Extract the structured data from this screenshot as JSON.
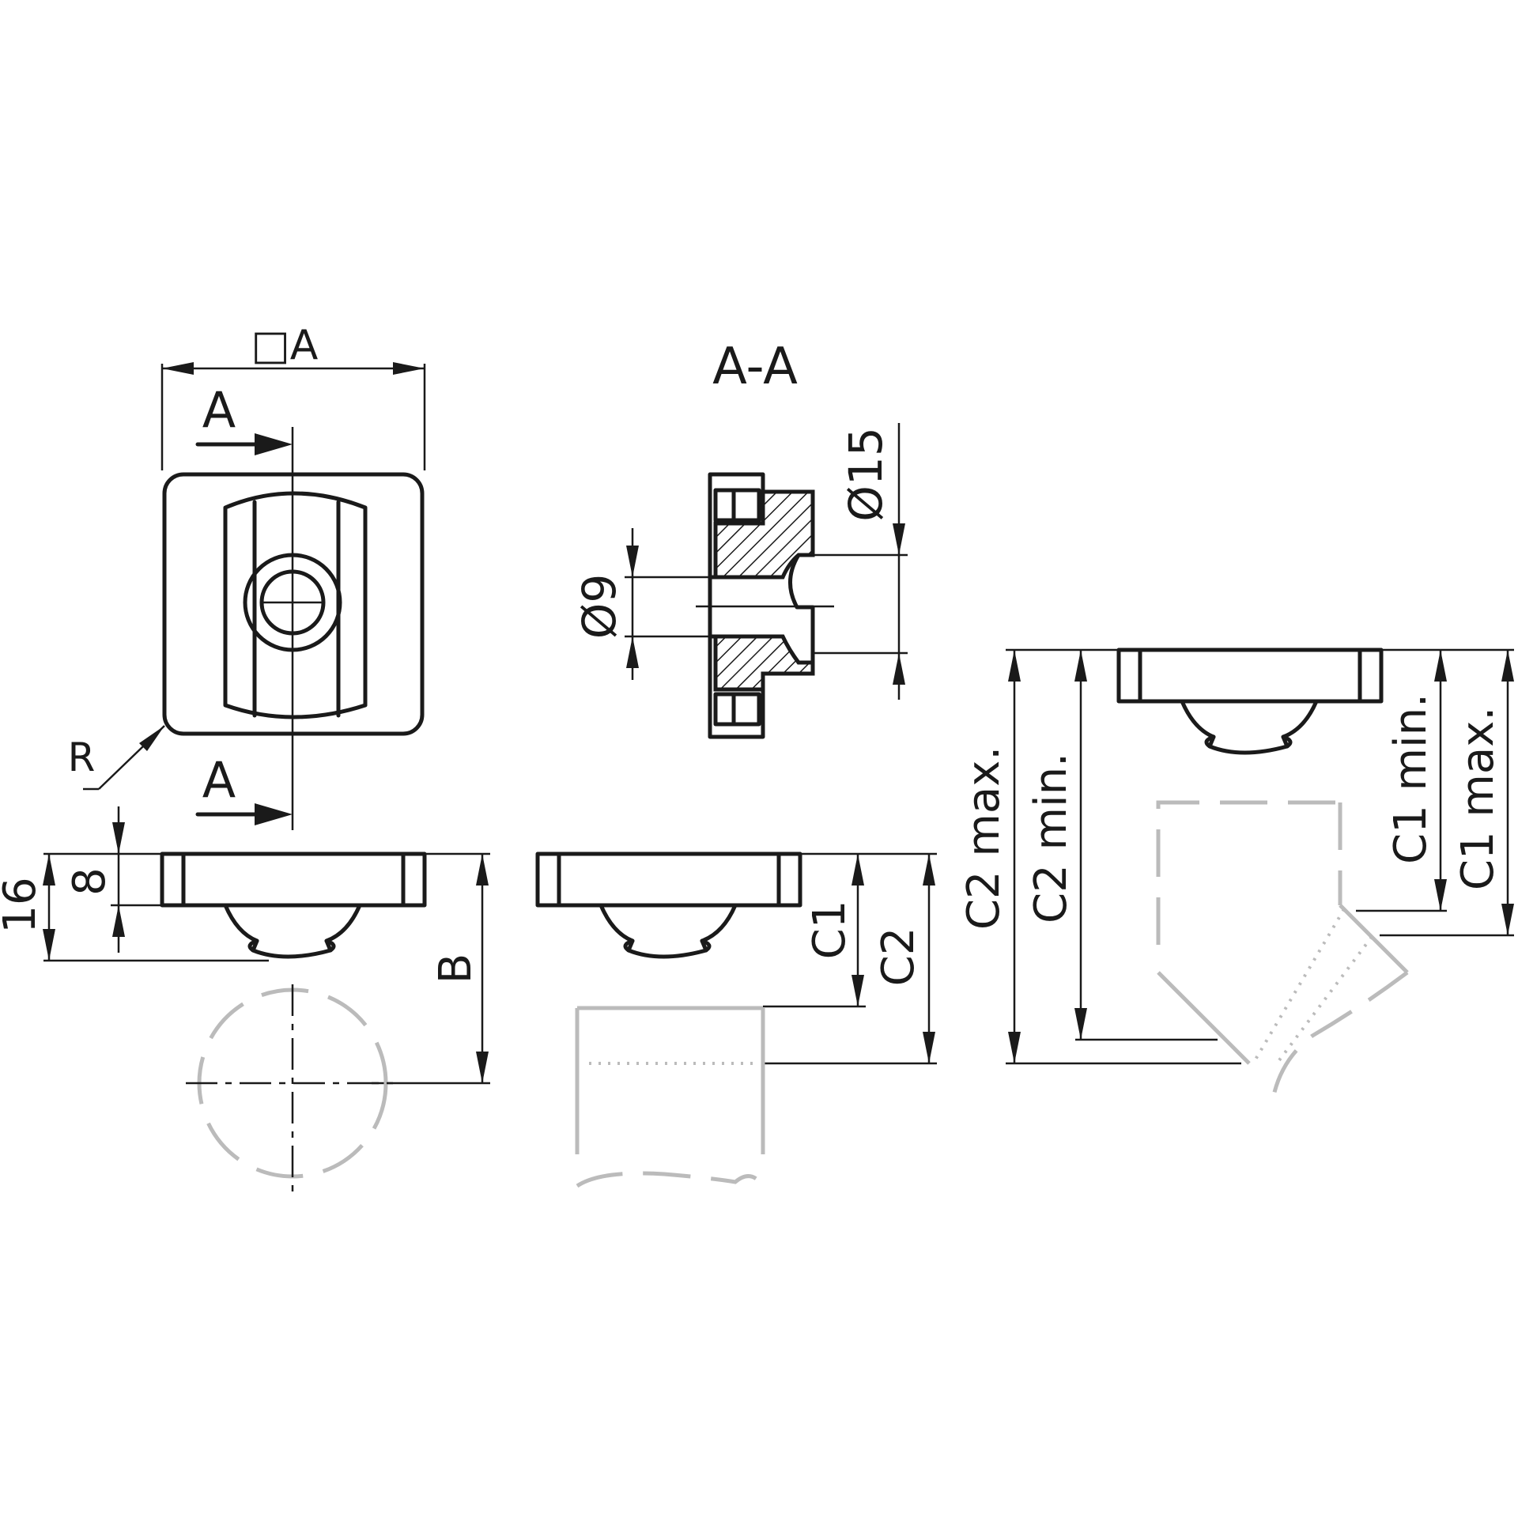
{
  "top_view": {
    "width_label": "□A",
    "section_mark_top": "A",
    "section_mark_bottom": "A",
    "radius_label": "R"
  },
  "section_view": {
    "title": "A-A",
    "inner_diameter": "Ø9",
    "outer_diameter": "Ø15"
  },
  "front_view_1": {
    "height_total": "16",
    "height_flange": "8",
    "dimension_b": "B"
  },
  "front_view_2": {
    "dimension_c1": "C1",
    "dimension_c2": "C2"
  },
  "front_view_3": {
    "c2_max": "C2 max.",
    "c2_min": "C2 min.",
    "c1_min": "C1 min.",
    "c1_max": "C1 max."
  },
  "colors": {
    "line": "#1a1a1a",
    "ghost": "#bbbbbb"
  }
}
